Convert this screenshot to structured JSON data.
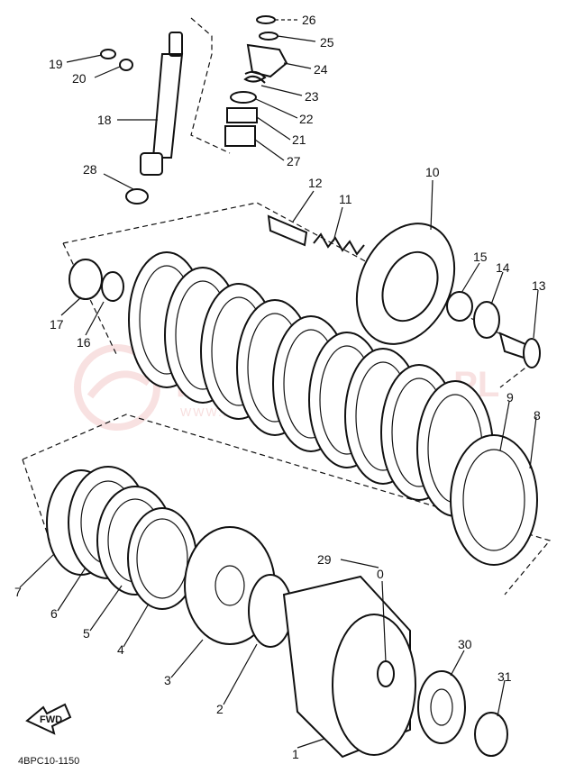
{
  "diagram": {
    "drawing_code": "4BPC10-1150",
    "fwd_label": "FWD",
    "watermark": {
      "main": "PARTSCENTER.PL",
      "sub": "WWW.PARTSCENTER.PL - YAMAHA"
    },
    "callouts": [
      {
        "id": "1",
        "label": "1"
      },
      {
        "id": "2",
        "label": "2"
      },
      {
        "id": "3",
        "label": "3"
      },
      {
        "id": "4",
        "label": "4"
      },
      {
        "id": "5",
        "label": "5"
      },
      {
        "id": "6",
        "label": "6"
      },
      {
        "id": "7",
        "label": "7"
      },
      {
        "id": "8",
        "label": "8"
      },
      {
        "id": "9",
        "label": "9"
      },
      {
        "id": "10",
        "label": "10"
      },
      {
        "id": "11",
        "label": "11"
      },
      {
        "id": "12",
        "label": "12"
      },
      {
        "id": "13",
        "label": "13"
      },
      {
        "id": "14",
        "label": "14"
      },
      {
        "id": "15",
        "label": "15"
      },
      {
        "id": "16",
        "label": "16"
      },
      {
        "id": "17",
        "label": "17"
      },
      {
        "id": "18",
        "label": "18"
      },
      {
        "id": "19",
        "label": "19"
      },
      {
        "id": "20",
        "label": "20"
      },
      {
        "id": "21",
        "label": "21"
      },
      {
        "id": "22",
        "label": "22"
      },
      {
        "id": "23",
        "label": "23"
      },
      {
        "id": "24",
        "label": "24"
      },
      {
        "id": "25",
        "label": "25"
      },
      {
        "id": "26",
        "label": "26"
      },
      {
        "id": "27",
        "label": "27"
      },
      {
        "id": "28",
        "label": "28"
      },
      {
        "id": "29",
        "label": "29"
      },
      {
        "id": "30",
        "label": "30"
      },
      {
        "id": "31",
        "label": "31"
      }
    ]
  }
}
